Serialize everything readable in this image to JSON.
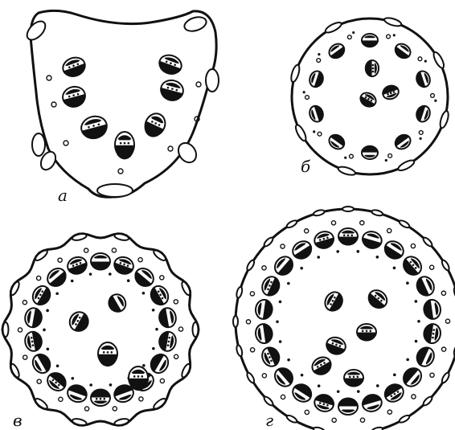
{
  "figure": {
    "ink_color": "#111111",
    "paper_color": "#ffffff",
    "panels": [
      {
        "id": "a",
        "label": "а",
        "outline": "lobed-triangular",
        "bundle_count": 7
      },
      {
        "id": "b",
        "label": "б",
        "outline": "circular",
        "bundle_count": 13
      },
      {
        "id": "v",
        "label": "в",
        "outline": "circular-wavy",
        "bundle_count": 22
      },
      {
        "id": "g",
        "label": "г",
        "outline": "circular",
        "bundle_count": 28
      }
    ]
  }
}
